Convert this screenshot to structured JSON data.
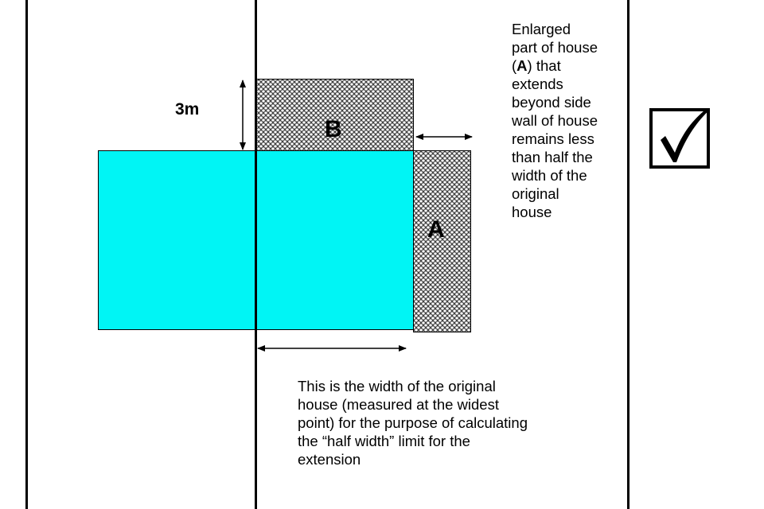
{
  "labels": {
    "extension_b": "B",
    "extension_a": "A",
    "height_dimension": "3m"
  },
  "note": {
    "before": "Enlarged part of house (",
    "bold": "A",
    "after": ") that extends beyond side wall of house remains less than half the width of the original house"
  },
  "caption": "This is the width of the original house (measured at the widest point) for the purpose of calculating the “half width” limit for the extension",
  "status": {
    "icon": "checkbox-checked-icon"
  },
  "colors": {
    "original_house": "#00f5f5",
    "extension_hatch": "#6a6a6a",
    "lines": "#000000"
  }
}
